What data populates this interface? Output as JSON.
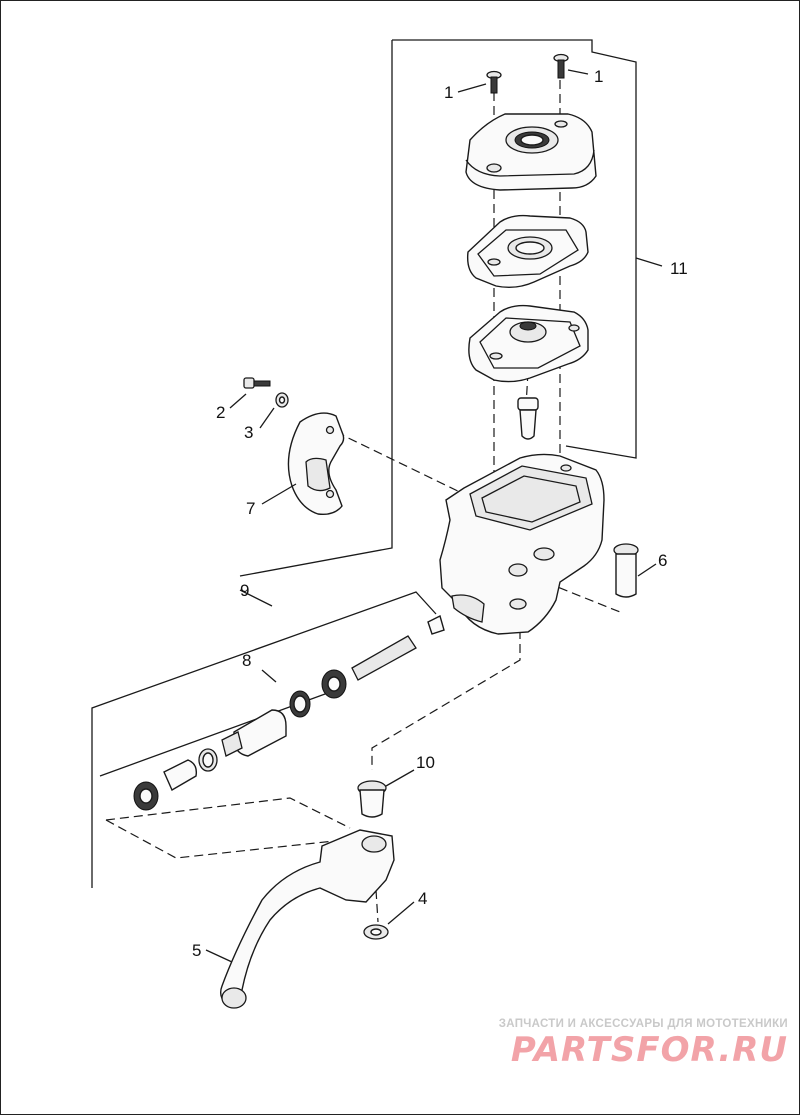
{
  "callouts": [
    {
      "id": "1a",
      "label": "1"
    },
    {
      "id": "1b",
      "label": "1"
    },
    {
      "id": "2",
      "label": "2"
    },
    {
      "id": "3",
      "label": "3"
    },
    {
      "id": "4",
      "label": "4"
    },
    {
      "id": "5",
      "label": "5"
    },
    {
      "id": "6",
      "label": "6"
    },
    {
      "id": "7",
      "label": "7"
    },
    {
      "id": "8",
      "label": "8"
    },
    {
      "id": "9",
      "label": "9"
    },
    {
      "id": "10",
      "label": "10"
    },
    {
      "id": "11",
      "label": "11"
    }
  ],
  "watermark": {
    "subtitle": "ЗАПЧАСТИ И АКСЕССУАРЫ ДЛЯ МОТОТЕХНИКИ",
    "brand": "PARTSFOR.RU"
  },
  "colors": {
    "line": "#1a1a1a",
    "watermark_brand": "#f2a3a8",
    "watermark_text": "#c9c9c9"
  }
}
